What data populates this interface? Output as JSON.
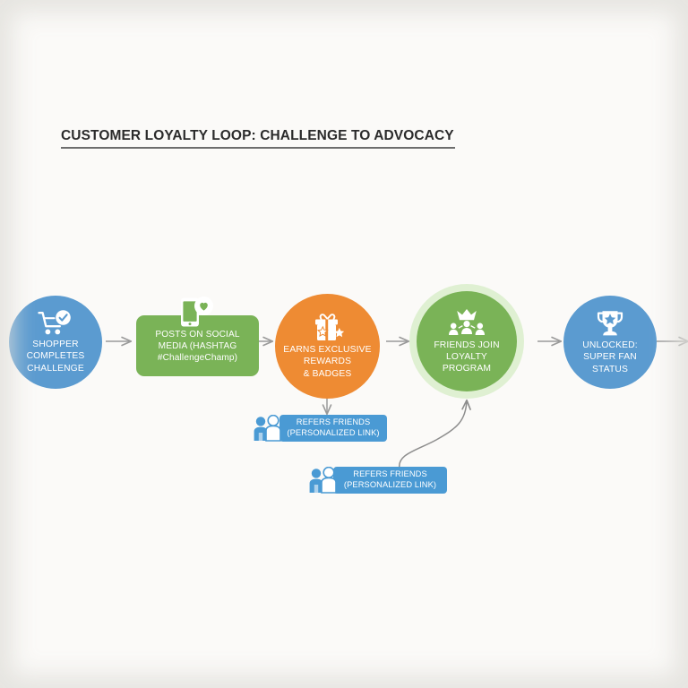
{
  "page": {
    "title": "CUSTOMER LOYALTY LOOP: CHALLENGE TO ADVOCACY",
    "background_color": "#fbfaf8",
    "title_color": "#2b2b2b"
  },
  "palette": {
    "blue": "#5b9bd0",
    "green": "#7ab357",
    "green_light_halo": "#dff0d2",
    "orange": "#ee8b33",
    "badge_blue": "#4a9ad4",
    "badge_icon_blue": "#4a9ad4",
    "arrow_gray": "#999999"
  },
  "flow": {
    "nodes": [
      {
        "id": "shopper-completes-challenge",
        "label": "SHOPPER\nCOMPLETES\nCHALLENGE",
        "shape": "circle",
        "color": "#5b9bd0",
        "icon": "shopping-cart-check-icon"
      },
      {
        "id": "posts-on-social-media",
        "label": "POSTS ON SOCIAL\nMEDIA (HASHTAG\n#ChallengeChamp)",
        "shape": "rounded-rect",
        "color": "#7ab357",
        "icon": "smartphone-heart-icon"
      },
      {
        "id": "earns-exclusive-rewards",
        "label": "EARNS EXCLUSIVE\nREWARDS\n& BADGES",
        "shape": "circle",
        "color": "#ee8b33",
        "icon": "gift-star-icon"
      },
      {
        "id": "friends-join-loyalty-program",
        "label": "FRIENDS JOIN\nLOYALTY\nPROGRAM",
        "shape": "circle",
        "color": "#7ab357",
        "icon": "crown-people-network-icon",
        "halo": true
      },
      {
        "id": "unlocked-super-fan-status",
        "label": "UNLOCKED:\nSUPER FAN\nSTATUS",
        "shape": "circle",
        "color": "#5b9bd0",
        "icon": "trophy-star-icon"
      }
    ],
    "badges": [
      {
        "id": "refers-friends-upper",
        "label": "REFERS FRIENDS\n(PERSONALIZED LINK)",
        "color": "#4a9ad4",
        "icon": "two-people-icon"
      },
      {
        "id": "refers-friends-lower",
        "label": "REFERS FRIENDS\n(PERSONALIZED LINK)",
        "color": "#4a9ad4",
        "icon": "two-people-icon"
      }
    ],
    "connectors": [
      {
        "id": "arrow-1",
        "from": "shopper-completes-challenge",
        "to": "posts-on-social-media",
        "style": "straight"
      },
      {
        "id": "arrow-2",
        "from": "posts-on-social-media",
        "to": "earns-exclusive-rewards",
        "style": "straight"
      },
      {
        "id": "arrow-3",
        "from": "earns-exclusive-rewards",
        "to": "friends-join-loyalty-program",
        "style": "straight"
      },
      {
        "id": "arrow-4",
        "from": "friends-join-loyalty-program",
        "to": "unlocked-super-fan-status",
        "style": "straight"
      },
      {
        "id": "arrow-5",
        "from": "unlocked-super-fan-status",
        "to": "offscreen-right",
        "style": "straight"
      },
      {
        "id": "arrow-down",
        "from": "earns-exclusive-rewards",
        "to": "refers-friends-upper",
        "style": "vertical"
      },
      {
        "id": "arrow-curve",
        "from": "refers-friends-lower",
        "to": "friends-join-loyalty-program",
        "style": "s-curve"
      }
    ]
  }
}
